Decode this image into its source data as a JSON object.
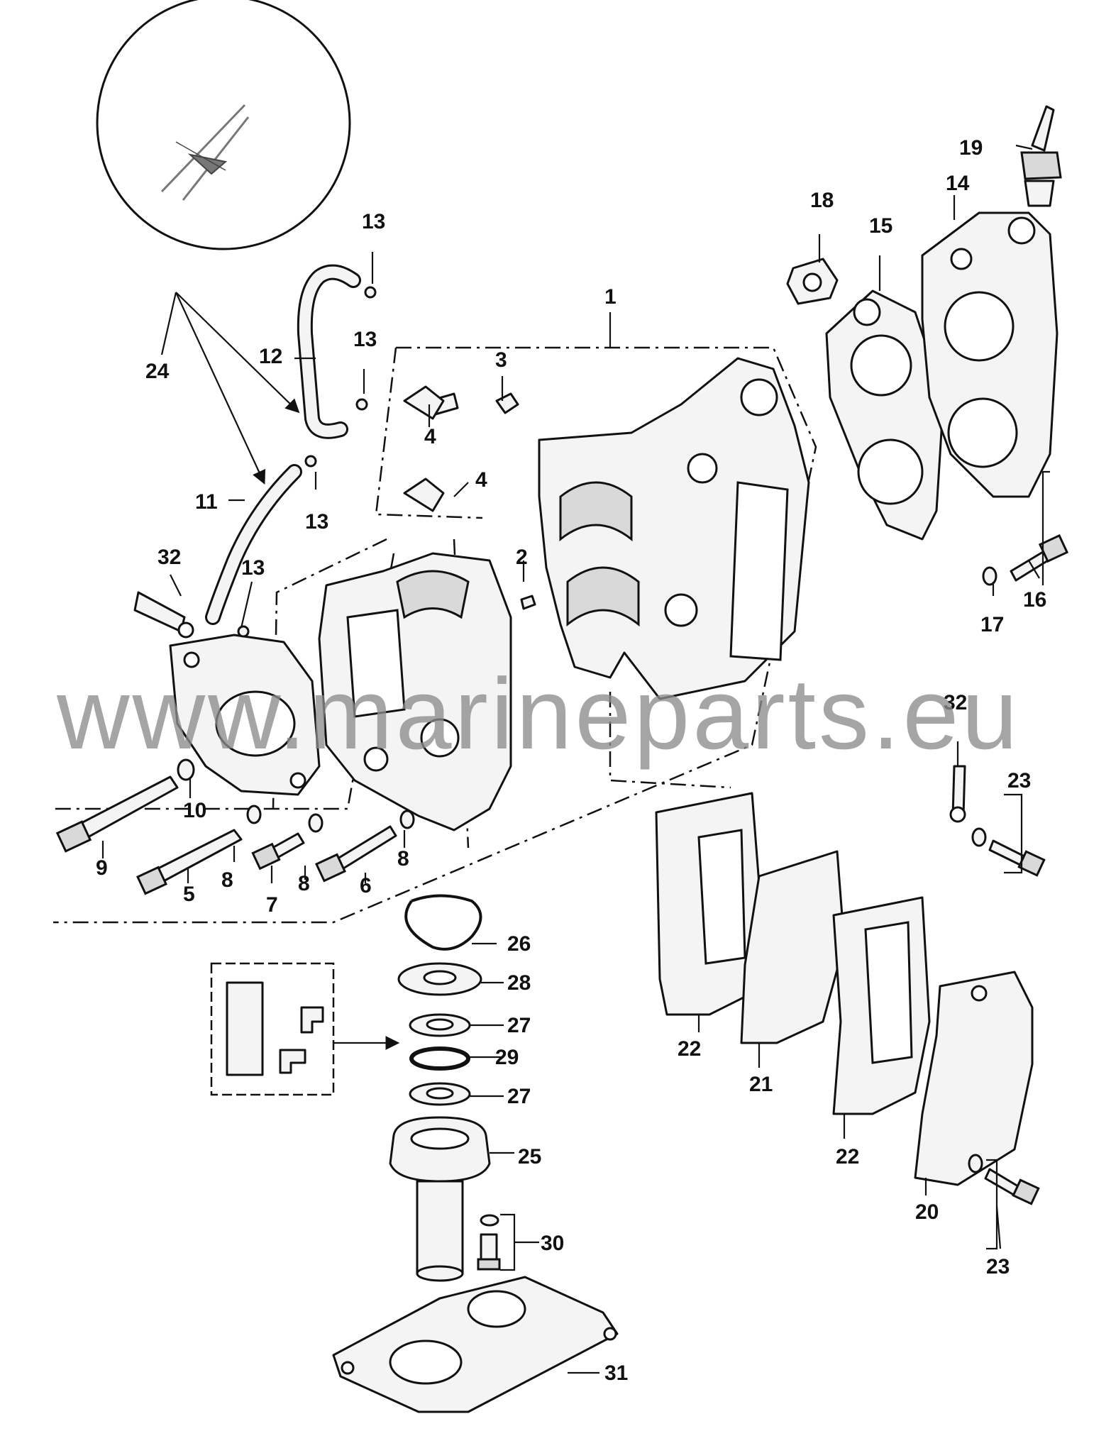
{
  "watermark": "www.marineparts.eu",
  "callouts": {
    "c1": "1",
    "c2": "2",
    "c3": "3",
    "c4a": "4",
    "c4b": "4",
    "c5": "5",
    "c6": "6",
    "c7": "7",
    "c8a": "8",
    "c8b": "8",
    "c8c": "8",
    "c9": "9",
    "c10": "10",
    "c11": "11",
    "c12": "12",
    "c13a": "13",
    "c13b": "13",
    "c13c": "13",
    "c13d": "13",
    "c14": "14",
    "c15": "15",
    "c16": "16",
    "c17": "17",
    "c18": "18",
    "c19": "19",
    "c20": "20",
    "c21": "21",
    "c22a": "22",
    "c22b": "22",
    "c23a": "23",
    "c23b": "23",
    "c24": "24",
    "c25": "25",
    "c26": "26",
    "c27a": "27",
    "c27b": "27",
    "c28": "28",
    "c29": "29",
    "c30": "30",
    "c31": "31",
    "c32a": "32",
    "c32b": "32"
  },
  "icons": {
    "arrow": "arrow-icon",
    "magnifier": "detail-circle-icon"
  }
}
